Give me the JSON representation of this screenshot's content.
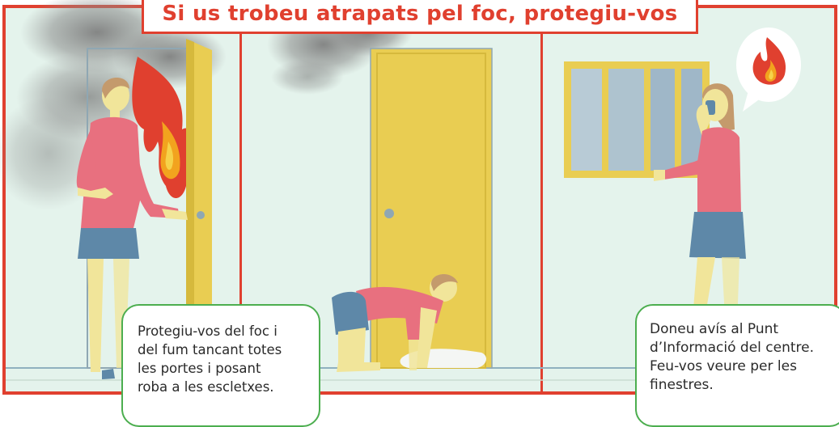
{
  "title": "Si us trobeu atrapats pel foc, protegiu-vos",
  "panels": [
    {
      "caption_lines": [
        "Protegiu-vos del foc i",
        "del fum tancant totes",
        "les portes i posant",
        "roba a les escletxes."
      ]
    },
    {
      "caption_lines": []
    },
    {
      "caption_lines": [
        "Doneu avís al Punt",
        "d’Informació del centre.",
        "Feu-vos veure per les",
        "finestres."
      ]
    }
  ],
  "icons": [
    "fire-icon",
    "speech-bubble-fire-icon"
  ],
  "colors": {
    "border": "#e0402f",
    "background": "#e4f3ec",
    "door": "#e9cd52",
    "shirt": "#e8707f",
    "shorts": "#5e88a8",
    "skin": "#f1e59a",
    "hair": "#c49a6c",
    "caption_border": "#4cae4f"
  }
}
